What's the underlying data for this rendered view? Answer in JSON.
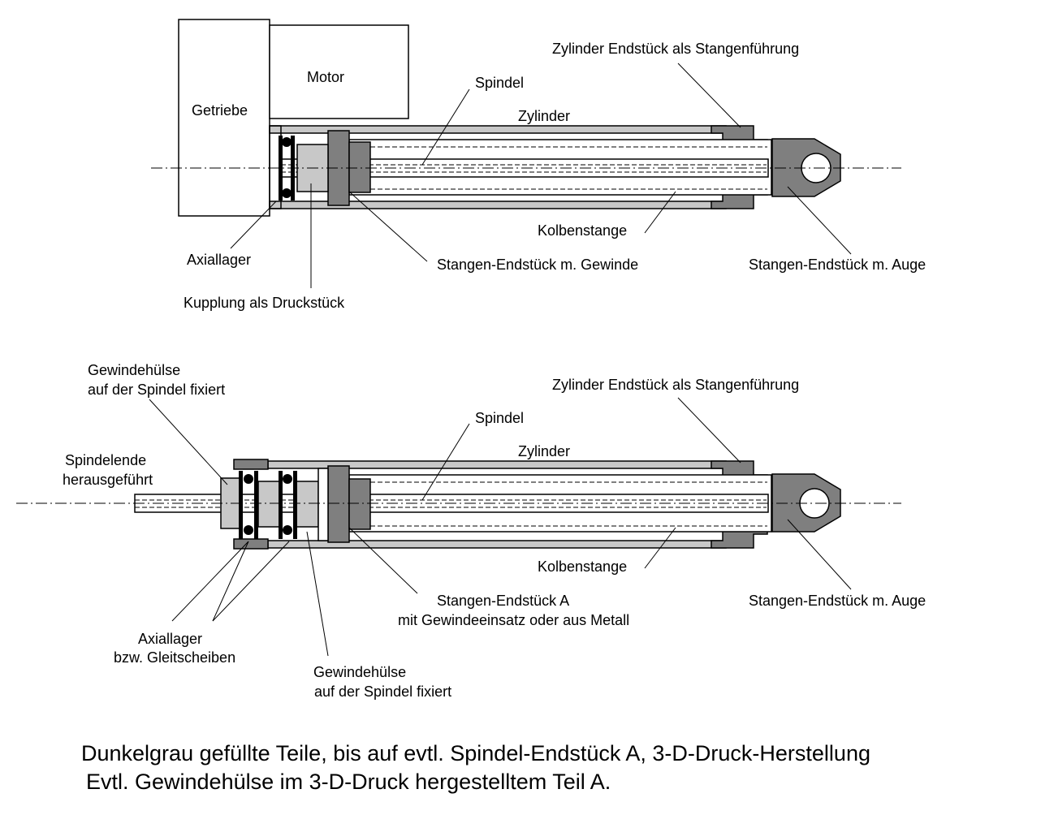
{
  "top": {
    "getriebe": "Getriebe",
    "motor": "Motor",
    "spindel": "Spindel",
    "zylinder": "Zylinder",
    "zylinder_endstueck": "Zylinder Endstück als Stangenführung",
    "kolbenstange": "Kolbenstange",
    "axiallager": "Axiallager",
    "kupplung": "Kupplung als Druckstück",
    "stangen_endstueck_gewinde": "Stangen-Endstück m. Gewinde",
    "stangen_endstueck_auge": "Stangen-Endstück m. Auge"
  },
  "bottom": {
    "gewindehuelse_left_1": "Gewindehülse",
    "gewindehuelse_left_2": "auf der Spindel fixiert",
    "spindelende_1": "Spindelende",
    "spindelende_2": "herausgeführt",
    "spindel": "Spindel",
    "zylinder": "Zylinder",
    "zylinder_endstueck": "Zylinder Endstück als Stangenführung",
    "kolbenstange": "Kolbenstange",
    "stangen_endstueck_a_1": "Stangen-Endstück  A",
    "stangen_endstueck_a_2": "mit Gewindeeinsatz oder aus Metall",
    "stangen_endstueck_auge": "Stangen-Endstück m. Auge",
    "axiallager_1": "Axiallager",
    "axiallager_2": "bzw. Gleitscheiben",
    "gewindehuelse_right_1": "Gewindehülse",
    "gewindehuelse_right_2": "auf der Spindel fixiert"
  },
  "caption": {
    "line1": "Dunkelgrau gefüllte Teile, bis auf evtl. Spindel-Endstück A, 3-D-Druck-Herstellung",
    "line2": "Evtl. Gewindehülse im 3-D-Druck hergestelltem Teil A."
  }
}
